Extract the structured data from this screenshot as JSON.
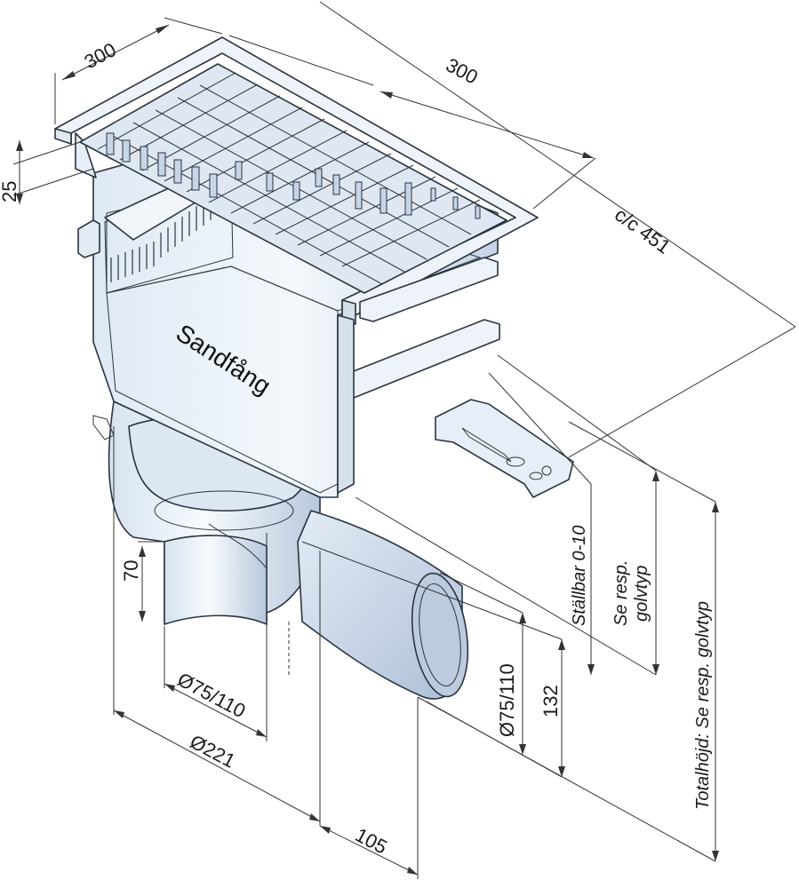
{
  "labels": {
    "sandfang": "Sandfång"
  },
  "dimensions": {
    "width_top": "300",
    "length_top": "300",
    "rim_height": "25",
    "cc": "c/c 451",
    "adjustable": "Ställbar 0-10",
    "floor_type": "Se resp.",
    "floor_type_2": "golvtyp",
    "total_height": "Totalhöjd: Se resp. golvtyp",
    "outlet_vertical_dia": "Ø75/110",
    "outlet_height_70": "70",
    "body_dia": "Ø221",
    "outlet_side_dia": "Ø75/110",
    "outlet_height_132": "132",
    "outlet_offset": "105"
  },
  "colors": {
    "metal_light": "#eef4fb",
    "metal_mid": "#c9d7e8",
    "metal_dark": "#8fa3bd",
    "line": "#2a3440"
  }
}
